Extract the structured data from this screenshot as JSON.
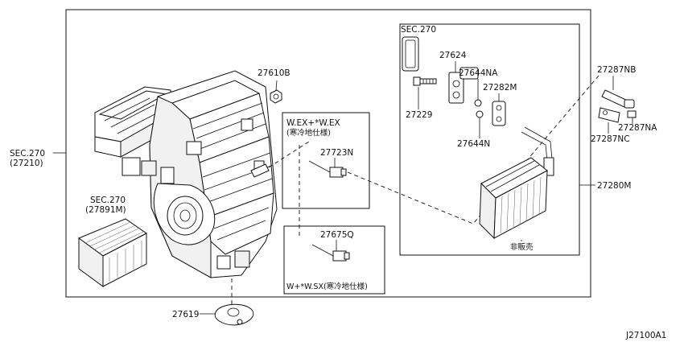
{
  "labels": {
    "sec270_main": "SEC.270",
    "sec270_main_sub": "(27210)",
    "part_27610B": "27610B",
    "part_27619": "27619",
    "sec270_filter": "SEC.270",
    "sec270_filter_sub": "(27891M)",
    "opt1_title": "W.EX+*W.EX",
    "opt1_note": "(寒冷地仕様)",
    "part_27723N": "27723N",
    "part_27675Q": "27675Q",
    "opt2_title": "W+*W.SX(寒冷地仕様)",
    "sec270_evap": "SEC.270",
    "part_27624": "27624",
    "part_27644NA": "27644NA",
    "part_27282M": "27282M",
    "part_27229": "27229",
    "part_27644N": "27644N",
    "part_27280M": "27280M",
    "not_for_sale": "非販売",
    "part_27287NB": "27287NB",
    "part_27287NA": "27287NA",
    "part_27287NC": "27287NC",
    "diagram_code": "J27100A1"
  }
}
